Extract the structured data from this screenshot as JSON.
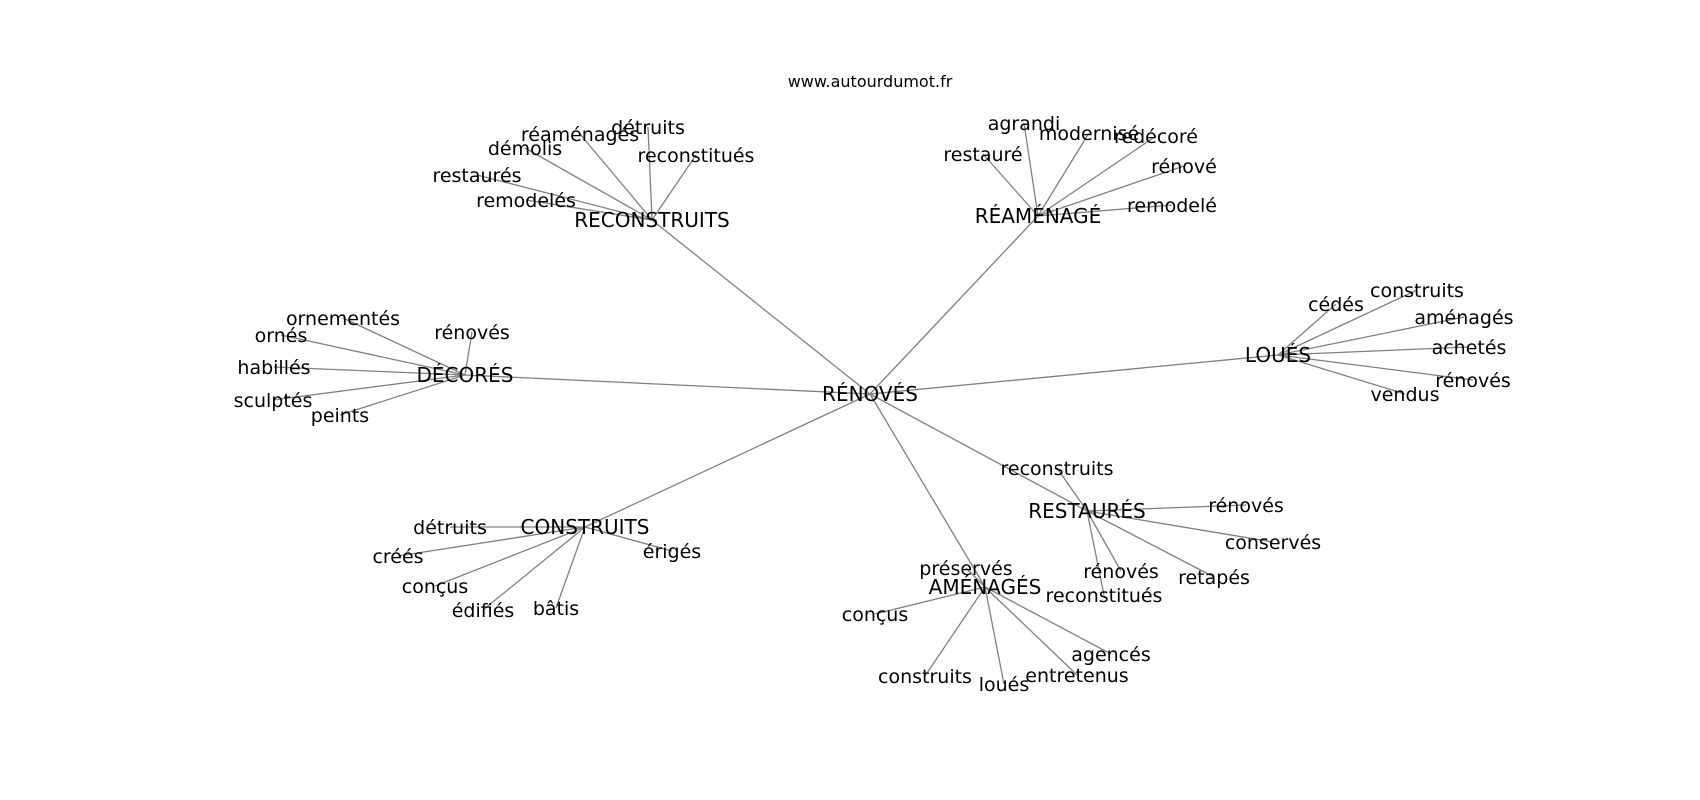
{
  "site": "www.autourdumot.fr",
  "center": "RÉNOVÉS",
  "clusters": [
    {
      "label": "RECONSTRUITS",
      "words": [
        "réaménagés",
        "détruits",
        "démolis",
        "reconstitués",
        "restaurés",
        "remodelés"
      ]
    },
    {
      "label": "RÉAMÉNAGÉ",
      "words": [
        "agrandi",
        "modernisé",
        "redécoré",
        "restauré",
        "rénové",
        "remodelé"
      ]
    },
    {
      "label": "DÉCORÉS",
      "words": [
        "ornementés",
        "ornés",
        "rénovés",
        "habillés",
        "sculptés",
        "peints"
      ]
    },
    {
      "label": "LOUÉS",
      "words": [
        "cédés",
        "construits",
        "aménagés",
        "achetés",
        "rénovés",
        "vendus"
      ]
    },
    {
      "label": "RESTAURÉS",
      "words": [
        "reconstruits",
        "rénovés",
        "conservés",
        "retapés",
        "rénovés",
        "reconstitués"
      ]
    },
    {
      "label": "CONSTRUITS",
      "words": [
        "détruits",
        "créés",
        "conçus",
        "édifiés",
        "bâtis",
        "érigés"
      ]
    },
    {
      "label": "AMÉNAGÉS",
      "words": [
        "préservés",
        "conçus",
        "construits",
        "loués",
        "entretenus",
        "agencés"
      ]
    }
  ]
}
